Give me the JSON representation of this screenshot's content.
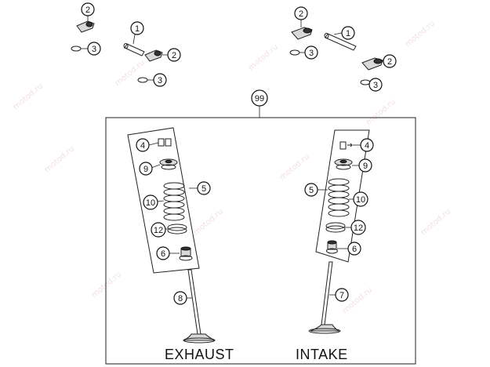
{
  "diagram": {
    "watermark_text": "motod.ru",
    "callouts": {
      "rocker_shaft_left": "1",
      "rocker_arm_left_top": "2",
      "rocker_arm_left_bottom": "2",
      "washer_left_top": "3",
      "washer_left_bottom": "3",
      "rocker_shaft_right": "1",
      "rocker_arm_right_top": "2",
      "rocker_arm_right_bottom": "2",
      "washer_right_top": "3",
      "washer_right_bottom": "3",
      "valve_kit": "99",
      "exhaust_keeper": "4",
      "exhaust_retainer": "9",
      "exhaust_spring_set": "5",
      "exhaust_spring": "10",
      "exhaust_spring_seat": "12",
      "exhaust_seal": "6",
      "exhaust_valve": "8",
      "intake_keeper": "4",
      "intake_retainer": "9",
      "intake_spring_set": "5",
      "intake_spring": "10",
      "intake_spring_seat": "12",
      "intake_seal": "6",
      "intake_valve": "7"
    },
    "labels": {
      "exhaust": "EXHAUST",
      "intake": "INTAKE"
    }
  }
}
